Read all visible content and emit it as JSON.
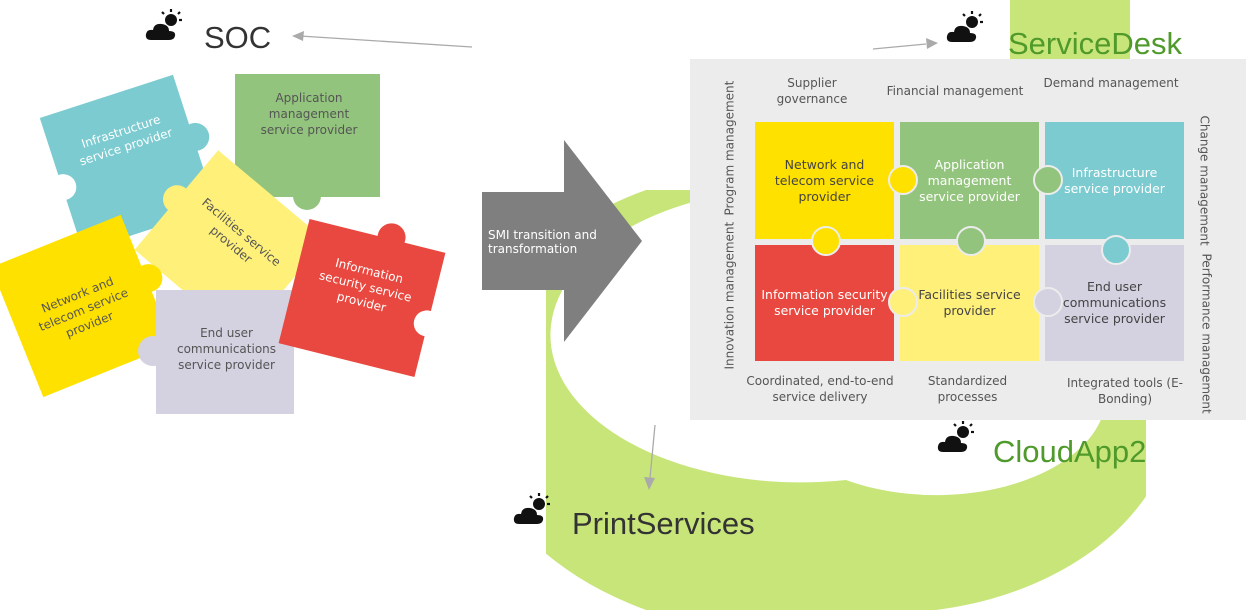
{
  "nodes": {
    "soc": "SOC",
    "service_desk": "ServiceDesk",
    "cloud_app": "CloudApp2",
    "print_services": "PrintServices"
  },
  "icon": "sun-behind-cloud-icon",
  "colors": {
    "accent_green": "#c8e57a",
    "label_green": "#4f9a2a",
    "yellow": "#ffe100",
    "green": "#93c47d",
    "teal": "#7ccbd1",
    "red": "#e8483f",
    "light_yellow": "#fff07a",
    "lavender": "#d4d1e0",
    "arrow_gray": "#7f7f7f"
  },
  "puzzle_left": {
    "infrastructure": "Infrastructure service provider",
    "application": "Application management service provider",
    "facilities": "Facilities service provider",
    "network": "Network and telecom service provider",
    "information_security": "Information security service provider",
    "end_user": "End user communications service provider"
  },
  "arrow_label": "SMI transition and transformation",
  "panel": {
    "top": [
      "Supplier governance",
      "Financial management",
      "Demand management"
    ],
    "left": [
      "Program management",
      "Innovation management"
    ],
    "right": [
      "Change management",
      "Performance management"
    ],
    "bottom": [
      "Coordinated, end-to-end service delivery",
      "Standardized processes",
      "Integrated tools (E-Bonding)"
    ],
    "tiles": [
      "Network and telecom service provider",
      "Application management service provider",
      "Infrastructure service provider",
      "Information security service provider",
      "Facilities service provider",
      "End user communications service provider"
    ]
  }
}
